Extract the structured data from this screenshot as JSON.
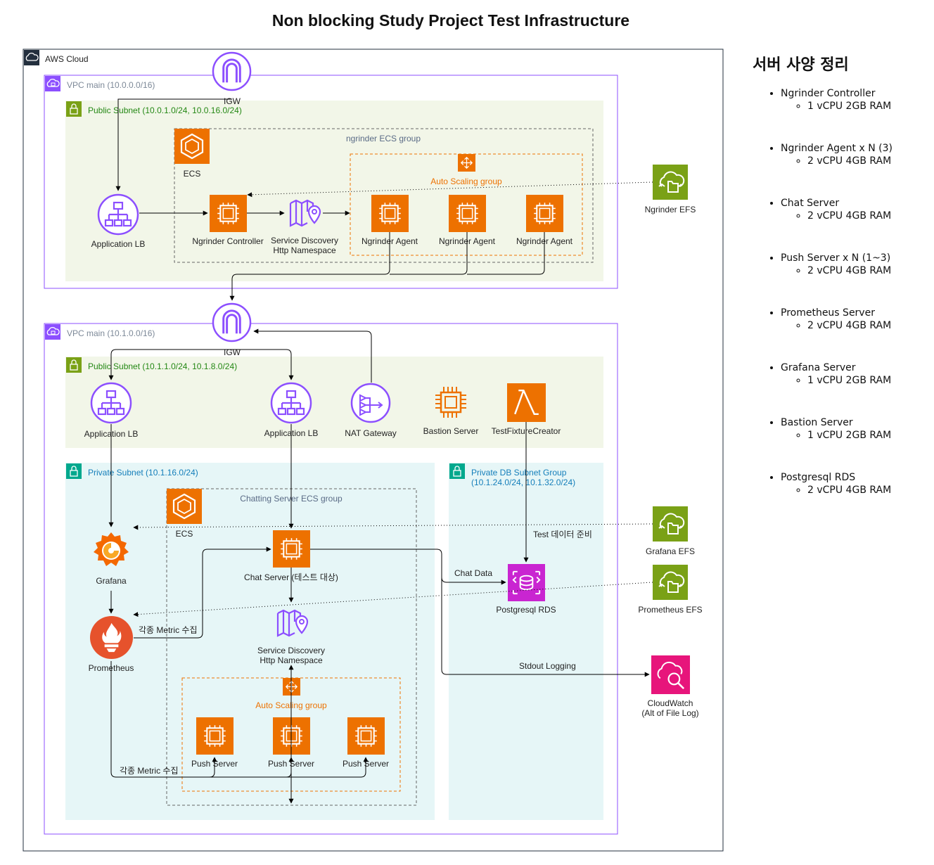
{
  "title": "Non blocking Study Project Test Infrastructure",
  "colors": {
    "vpc_border": "#8c4fff",
    "public_subnet_fill": "#f2f6e8",
    "public_subnet_text": "#248814",
    "private_subnet_fill": "#e6f6f7",
    "private_subnet_text": "#147eba",
    "compute_orange": "#ed7100",
    "network_purple": "#8c4fff",
    "database_magenta": "#c925d1",
    "storage_green": "#7aa116",
    "monitor_pink": "#e7157b",
    "grafana_orange": "#f46800",
    "prometheus_red": "#e6522c"
  },
  "diagram": {
    "aws_cloud": "AWS Cloud",
    "vpc1": "VPC main (10.0.0.0/16)",
    "vpc2": "VPC main (10.1.0.0/16)",
    "igw": "IGW",
    "public_subnet_1": "Public Subnet (10.0.1.0/24, 10.0.16.0/24)",
    "public_subnet_2": "Public Subnet (10.1.1.0/24, 10.1.8.0/24)",
    "private_subnet": "Private Subnet (10.1.16.0/24)",
    "private_db_line1": "Private DB Subnet Group",
    "private_db_line2": "(10.1.24.0/24, 10.1.32.0/24)",
    "ngrinder_group": "ngrinder ECS group",
    "chatting_group": "Chatting Server ECS group",
    "ecs": "ECS",
    "asg": "Auto Scaling group",
    "app_lb": "Application LB",
    "ngrinder_controller": "Ngrinder Controller",
    "sd_line1": "Service Discovery",
    "sd_line2": "Http Namespace",
    "ngrinder_agent": "Ngrinder Agent",
    "ngrinder_efs": "Ngrinder EFS",
    "nat_gateway": "NAT Gateway",
    "bastion": "Bastion Server",
    "test_fixture": "TestFixtureCreator",
    "grafana": "Grafana",
    "prometheus": "Prometheus",
    "chat_server": "Chat Server (테스트 대상)",
    "push_server": "Push Server",
    "postgres_rds": "Postgresql RDS",
    "grafana_efs": "Grafana EFS",
    "prometheus_efs": "Prometheus EFS",
    "cloudwatch_line1": "CloudWatch",
    "cloudwatch_line2": "(Alt of File Log)",
    "edge_test_data": "Test 데이터 준비",
    "edge_chat_data": "Chat Data",
    "edge_stdout": "Stdout Logging",
    "edge_metric": "각종 Metric 수집"
  },
  "spec": {
    "heading": "서버 사양 정리",
    "items": [
      {
        "name": "Ngrinder Controller",
        "detail": "1 vCPU 2GB RAM"
      },
      {
        "name": "Ngrinder Agent x N (3)",
        "detail": "2 vCPU 4GB RAM"
      },
      {
        "name": "Chat Server",
        "detail": "2 vCPU 4GB RAM"
      },
      {
        "name": "Push Server x N (1~3)",
        "detail": "2 vCPU 4GB RAM"
      },
      {
        "name": "Prometheus Server",
        "detail": "2 vCPU 4GB RAM"
      },
      {
        "name": "Grafana Server",
        "detail": "1 vCPU 2GB RAM"
      },
      {
        "name": "Bastion Server",
        "detail": "1 vCPU 2GB RAM"
      },
      {
        "name": "Postgresql RDS",
        "detail": "2 vCPU 4GB RAM"
      }
    ]
  }
}
